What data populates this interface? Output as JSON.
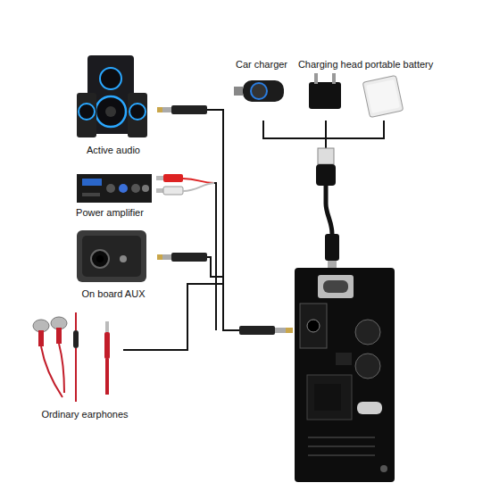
{
  "diagram": {
    "labels": [
      "Car charger",
      "Charging head",
      "portable battery",
      "Active audio",
      "Power amplifier",
      "On board AUX",
      "Ordinary earphones"
    ]
  }
}
